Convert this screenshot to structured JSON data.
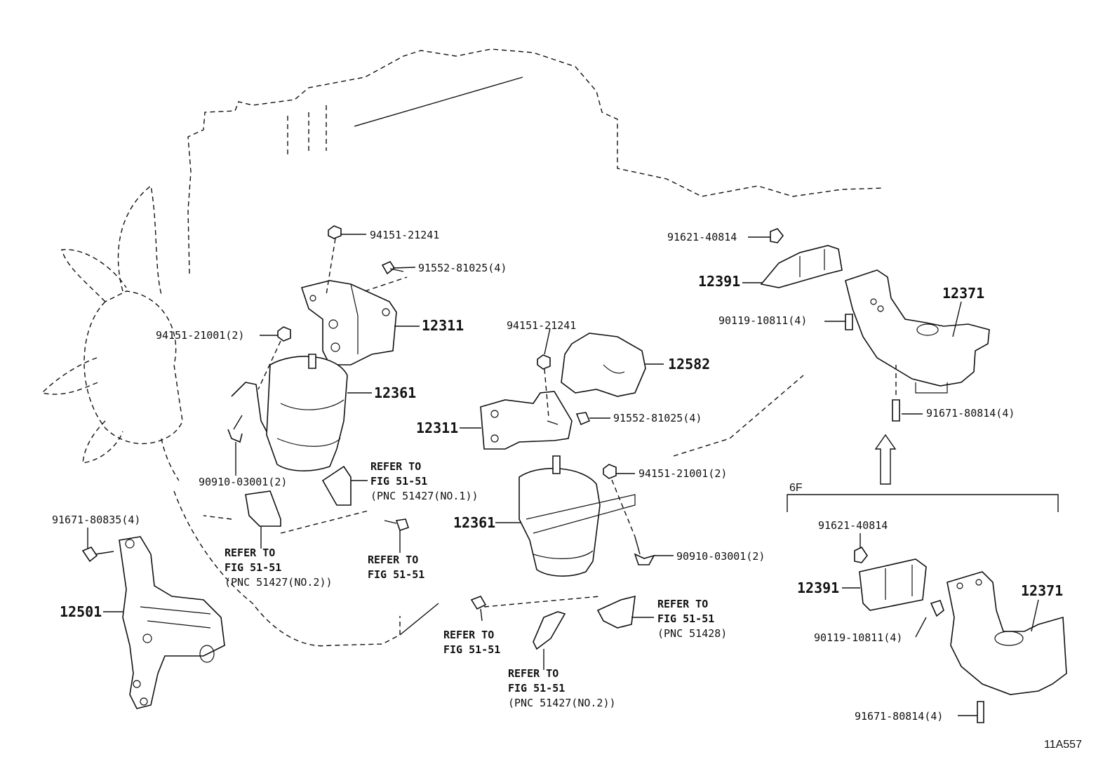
{
  "figure_code": "11A557",
  "variant_label": "6F",
  "labels": {
    "p94151_21241_a": "94151-21241",
    "p91552_81025_a": "91552-81025(4)",
    "p12311_a": "12311",
    "p94151_21001_a": "94151-21001(2)",
    "p12361_a": "12361",
    "p90910_03001_a": "90910-03001(2)",
    "ref_a_line1": "REFER TO",
    "ref_a_line2": "FIG 51-51",
    "ref_a_line3": "(PNC 51427(NO.1))",
    "ref_b_line1": "REFER TO",
    "ref_b_line2": "FIG 51-51",
    "ref_b_line3": "(PNC 51427(NO.2))",
    "ref_c_line1": "REFER TO",
    "ref_c_line2": "FIG 51-51",
    "p91671_80835": "91671-80835(4)",
    "p12501": "12501",
    "p94151_21241_b": "94151-21241",
    "p12582": "12582",
    "p12311_b": "12311",
    "p91552_81025_b": "91552-81025(4)",
    "p94151_21001_b": "94151-21001(2)",
    "p12361_b": "12361",
    "p90910_03001_b": "90910-03001(2)",
    "ref_d_line1": "REFER TO",
    "ref_d_line2": "FIG 51-51",
    "ref_d_line3": "(PNC 51428)",
    "ref_e_line1": "REFER TO",
    "ref_e_line2": "FIG 51-51",
    "ref_f_line1": "REFER TO",
    "ref_f_line2": "FIG 51-51",
    "ref_f_line3": "(PNC 51427(NO.2))",
    "p91621_40814_a": "91621-40814",
    "p12391_a": "12391",
    "p12371_a": "12371",
    "p90119_10811_a": "90119-10811(4)",
    "p91671_80814_a": "91671-80814(4)",
    "p91621_40814_b": "91621-40814",
    "p12391_b": "12391",
    "p12371_b": "12371",
    "p90119_10811_b": "90119-10811(4)",
    "p91671_80814_b": "91671-80814(4)"
  }
}
